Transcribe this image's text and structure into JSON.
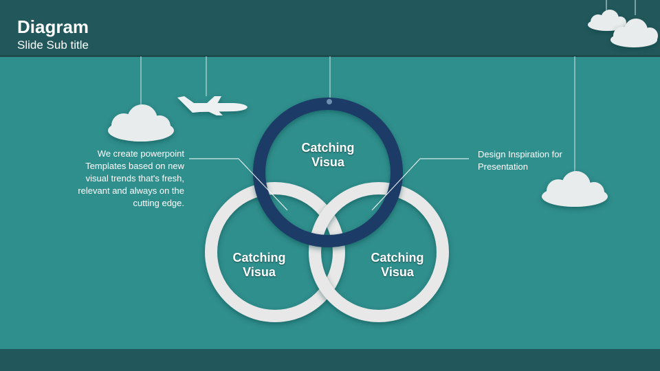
{
  "slide": {
    "title": "Diagram",
    "subtitle": "Slide Sub title"
  },
  "diagram": {
    "rings": [
      {
        "id": "top",
        "label": "Catching Visua",
        "color": "#1e3b66"
      },
      {
        "id": "left",
        "label": "Catching Visua",
        "color": "#e8e8e8"
      },
      {
        "id": "right",
        "label": "Catching Visua",
        "color": "#e8e8e8"
      }
    ],
    "left_text": "We create powerpoint Templates based on new visual trends that's fresh, relevant and always on the cutting edge.",
    "right_text": "Design Inspiration for Presentation"
  },
  "colors": {
    "background": "#2f8f8d",
    "header": "#22585b",
    "accent_ring": "#1e3b66",
    "white_ring": "#e8e8e8"
  },
  "decor": {
    "icons": [
      "cloud-icon",
      "airplane-icon"
    ]
  }
}
